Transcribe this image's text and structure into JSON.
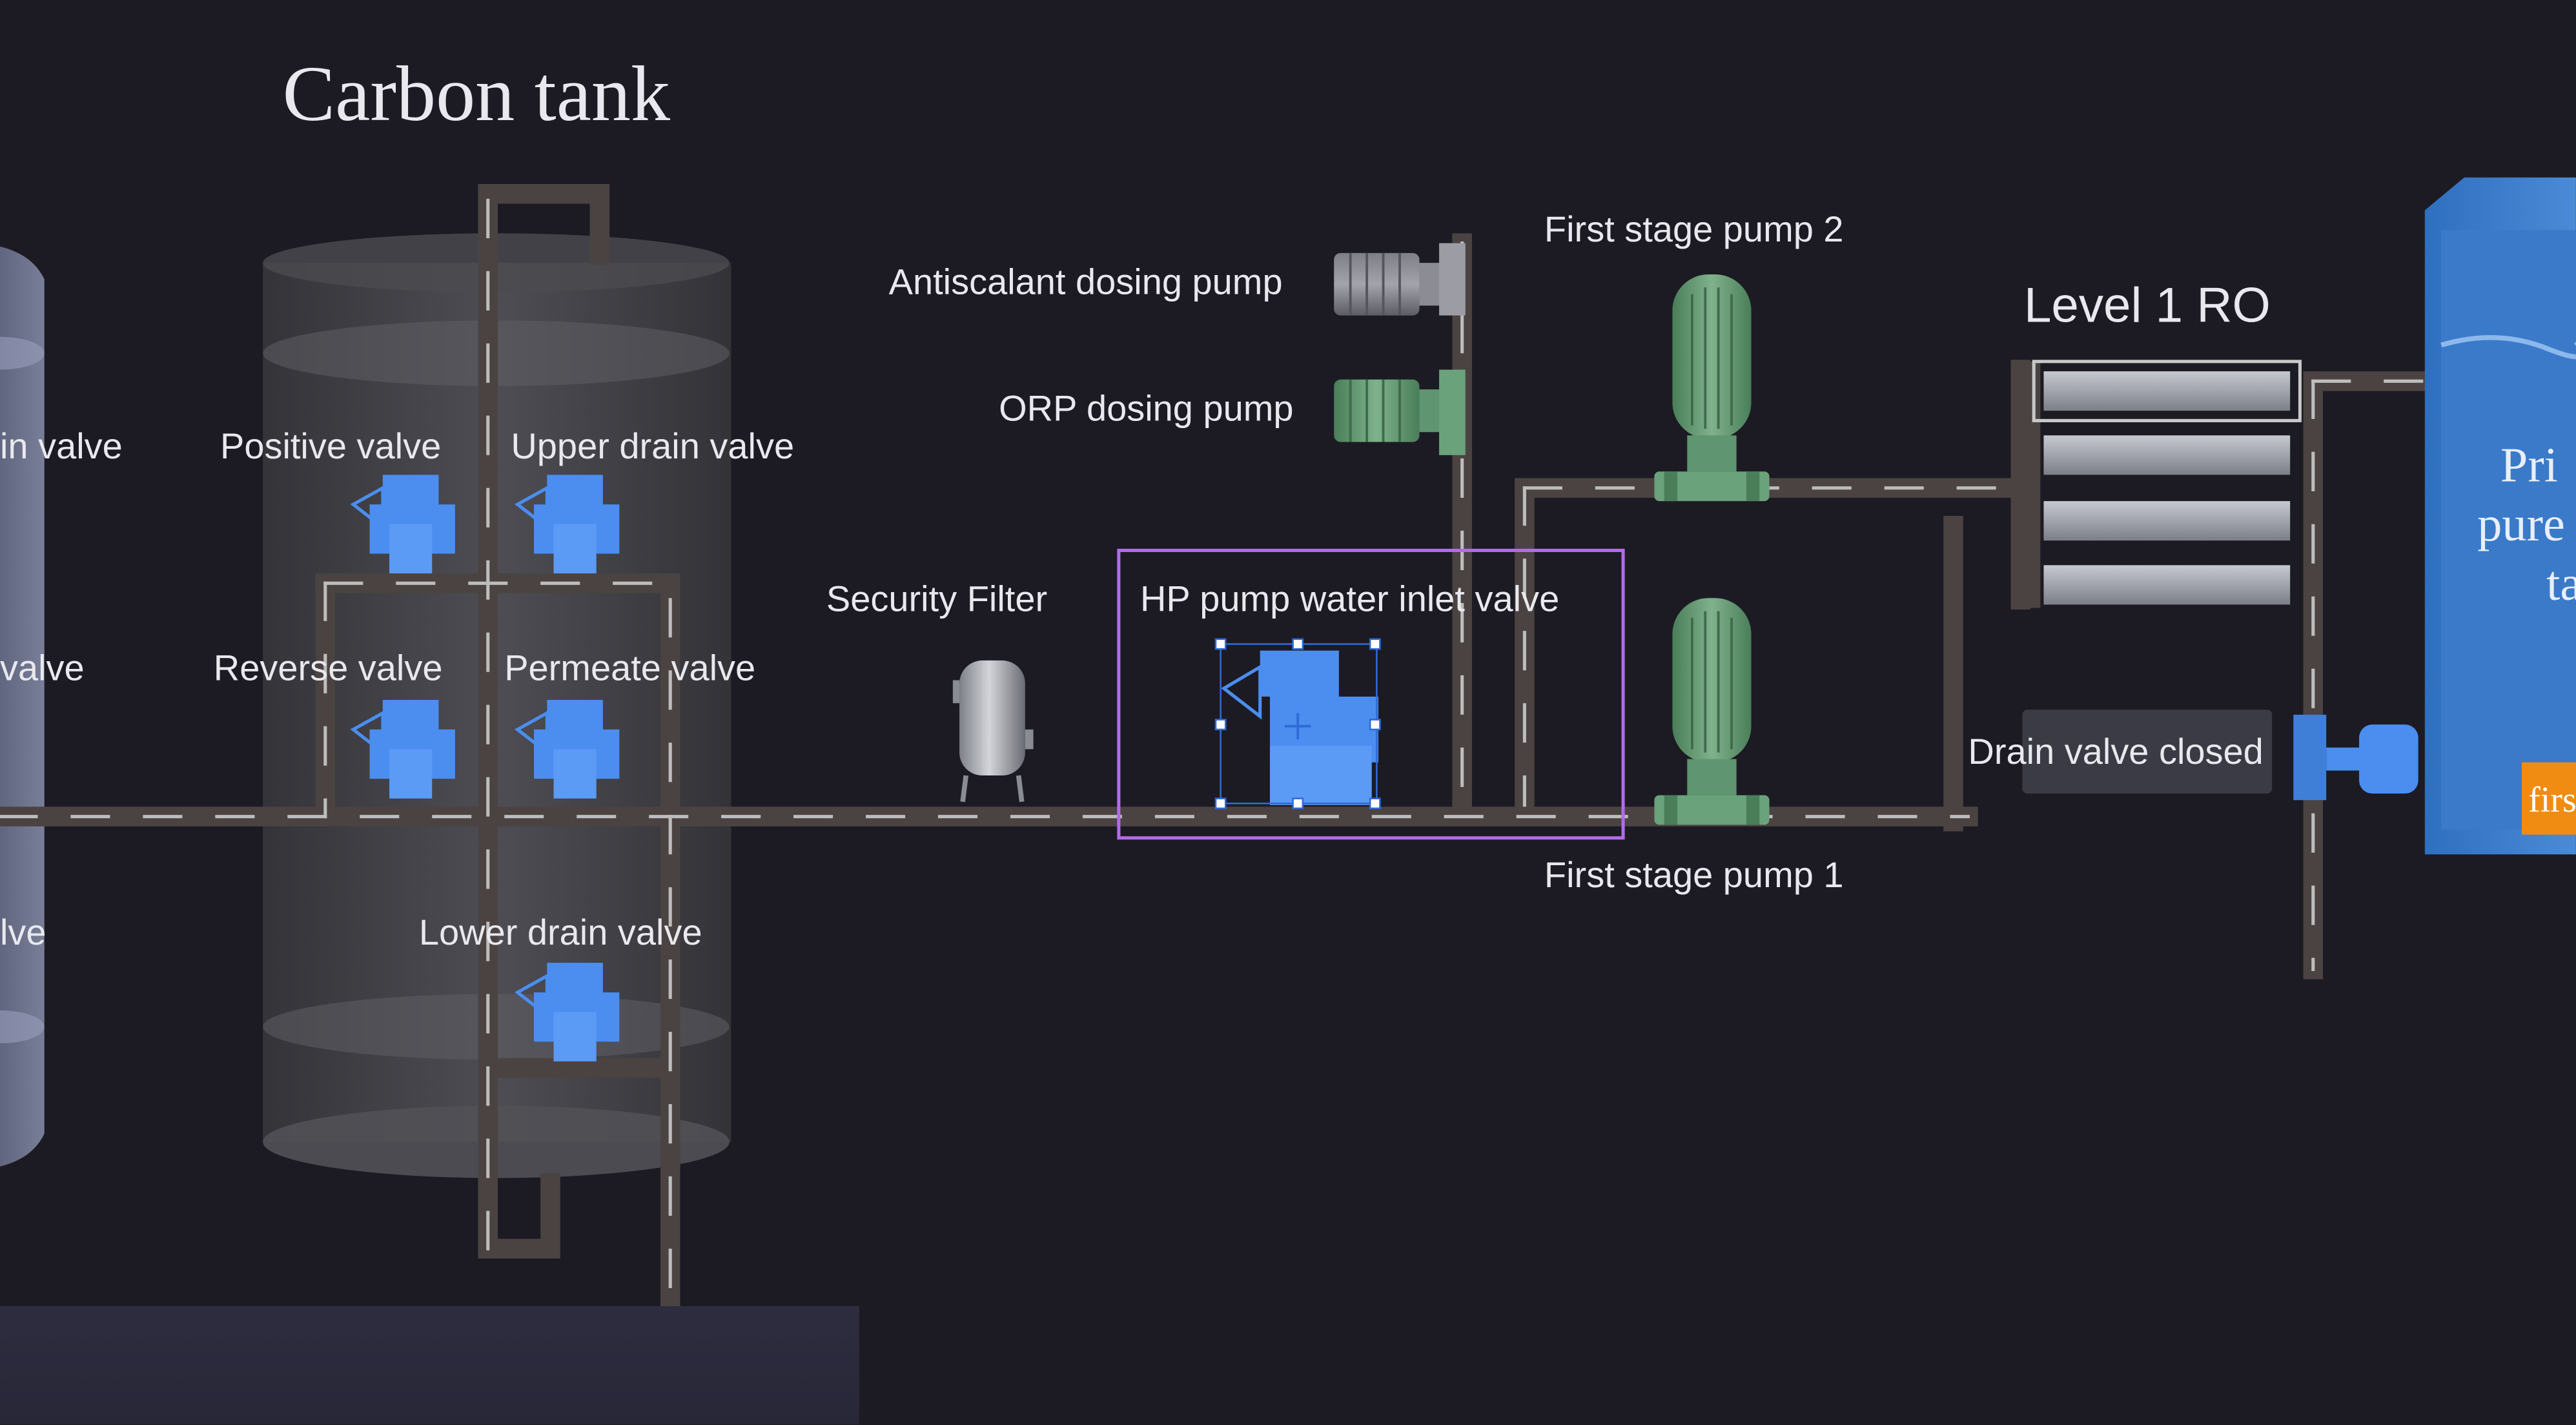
{
  "title": "Carbon tank",
  "labels": {
    "left_valve_top": "in valve",
    "left_valve_mid": "valve",
    "left_valve_bottom": "lve",
    "positive_valve": "Positive valve",
    "upper_drain_valve": "Upper drain valve",
    "reverse_valve": "Reverse valve",
    "permeate_valve": "Permeate valve",
    "lower_drain_valve": "Lower drain valve",
    "antiscalant_pump": "Antiscalant dosing pump",
    "orp_pump": "ORP dosing pump",
    "security_filter": "Security Filter",
    "hp_inlet_valve": "HP pump water inlet valve",
    "first_stage_pump_2": "First stage pump 2",
    "first_stage_pump_1": "First stage pump 1",
    "level1_ro": "Level 1 RO",
    "drain_valve_status": "Drain valve closed",
    "tank_line1": "Pri",
    "tank_line2": "pure",
    "tank_line3": "ta",
    "tank_badge": "firs"
  },
  "colors": {
    "background": "#1c1b23",
    "pipe": "#4a4342",
    "pipe_dash": "#c8c8c8",
    "valve_blue": "#4b8ef0",
    "pump_green": "#5a8f6a",
    "selection": "#b36be8",
    "tank_blue": "#3a78c4",
    "badge": "#f08c12"
  },
  "icons": {
    "valve": "gate-valve-icon",
    "pump": "vertical-pump-icon",
    "dosing_pump": "dosing-pump-icon",
    "filter": "cartridge-filter-icon"
  }
}
